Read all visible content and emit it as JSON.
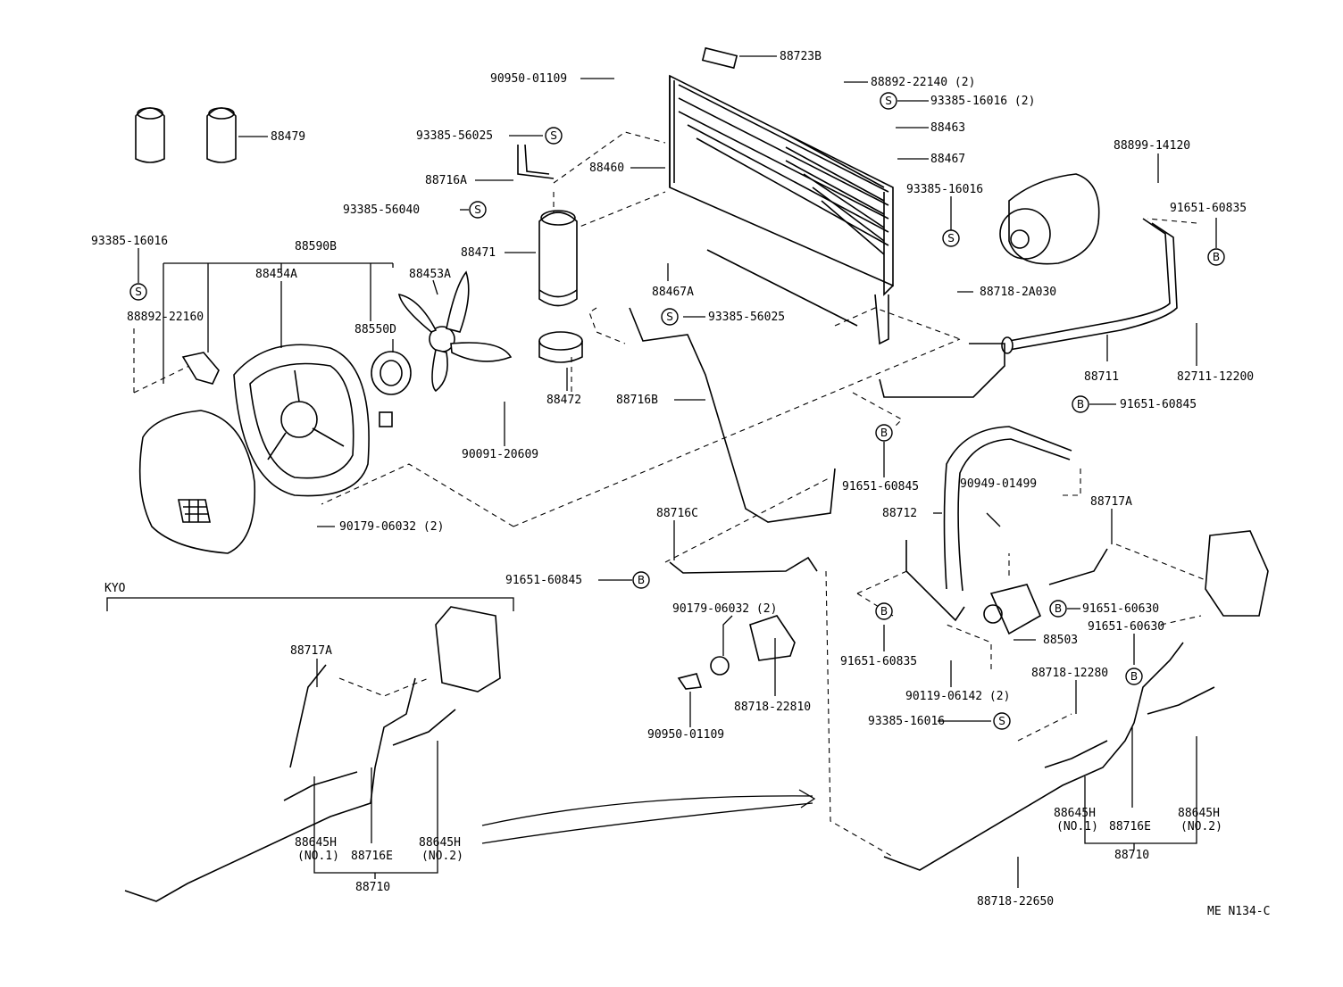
{
  "diagram_code": "ME N134-C",
  "section_label": "KYO",
  "symbols": {
    "s": "S",
    "b": "B"
  },
  "labels": {
    "p88723B": "88723B",
    "p90950_01109_top": "90950-01109",
    "p88892_22140": "88892-22140 (2)",
    "p93385_16016_2": "93385-16016 (2)",
    "p88463": "88463",
    "p88467": "88467",
    "p88479": "88479",
    "p93385_56025_top": "93385-56025",
    "p88716A": "88716A",
    "p88460": "88460",
    "p93385_56040": "93385-56040",
    "p93385_16016_mid": "93385-16016",
    "p88899_14120": "88899-14120",
    "p91651_60835_top": "91651-60835",
    "p93385_16016_left": "93385-16016",
    "p88590B": "88590B",
    "p88454A": "88454A",
    "p88453A": "88453A",
    "p88471": "88471",
    "p88892_22160": "88892-22160",
    "p88467A": "88467A",
    "p88718_2A030": "88718-2A030",
    "p93385_56025_mid": "93385-56025",
    "p88550D": "88550D",
    "p88711": "88711",
    "p82711_12200": "82711-12200",
    "p88716B": "88716B",
    "p88472": "88472",
    "p91651_60845_right": "91651-60845",
    "p90091_20609": "90091-20609",
    "p91651_60845_mid": "91651-60845",
    "p90949_01499": "90949-01499",
    "p88712": "88712",
    "p88716C": "88716C",
    "p88717A_right": "88717A",
    "p90179_06032_left": "90179-06032 (2)",
    "p91651_60845_left": "91651-60845",
    "p91651_60630_a": "91651-60630",
    "p90179_06032_mid": "90179-06032 (2)",
    "p91651_60630_b": "91651-60630",
    "p88717A_left": "88717A",
    "p88503": "88503",
    "p91651_60835_bot": "91651-60835",
    "p90119_06142": "90119-06142 (2)",
    "p88718_12280": "88718-12280",
    "p93385_16016_bot": "93385-16016",
    "p88718_22810": "88718-22810",
    "p90950_01109_bot": "90950-01109",
    "p88645H_l1": "88645H",
    "p88645H_l1n": "(NO.1)",
    "p88716E_l": "88716E",
    "p88645H_l2": "88645H",
    "p88645H_l2n": "(NO.2)",
    "p88710_l": "88710",
    "p88645H_r1": "88645H",
    "p88645H_r1n": "(NO.1)",
    "p88716E_r": "88716E",
    "p88645H_r2": "88645H",
    "p88645H_r2n": "(NO.2)",
    "p88710_r": "88710",
    "p88718_22650": "88718-22650"
  }
}
